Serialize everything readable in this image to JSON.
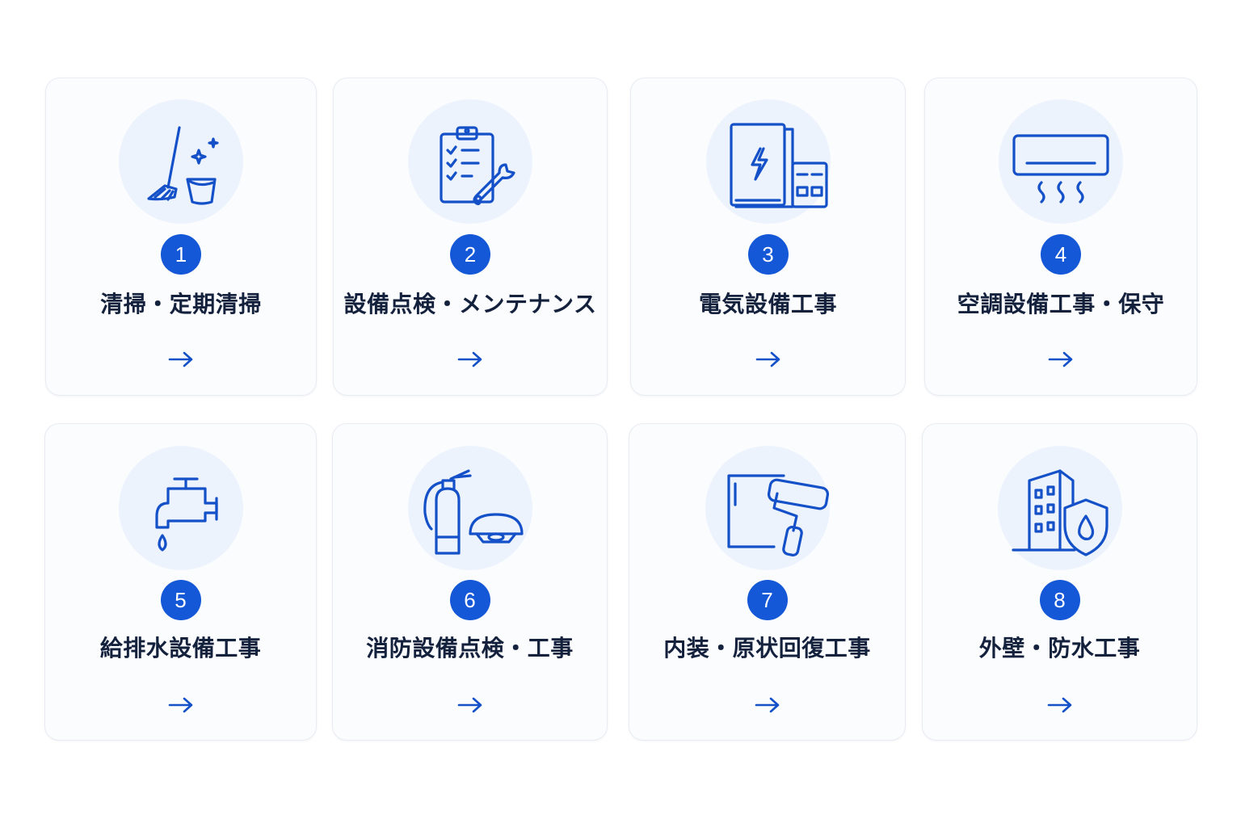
{
  "colors": {
    "accent": "#1458d8",
    "icon_stroke": "#1450c8",
    "icon_bg": "#edf3fd",
    "card_bg": "#fbfcfe",
    "label_text": "#14213d"
  },
  "services": [
    {
      "number": "1",
      "label": "清掃・定期清掃",
      "icon": "broom-bucket-icon"
    },
    {
      "number": "2",
      "label": "設備点検・メンテナンス",
      "icon": "clipboard-wrench-icon"
    },
    {
      "number": "3",
      "label": "電気設備工事",
      "icon": "electrical-panel-icon"
    },
    {
      "number": "4",
      "label": "空調設備工事・保守",
      "icon": "air-conditioner-icon"
    },
    {
      "number": "5",
      "label": "給排水設備工事",
      "icon": "faucet-icon"
    },
    {
      "number": "6",
      "label": "消防設備点検・工事",
      "icon": "fire-extinguisher-icon"
    },
    {
      "number": "7",
      "label": "内装・原状回復工事",
      "icon": "paint-roller-icon"
    },
    {
      "number": "8",
      "label": "外壁・防水工事",
      "icon": "building-shield-icon"
    }
  ]
}
